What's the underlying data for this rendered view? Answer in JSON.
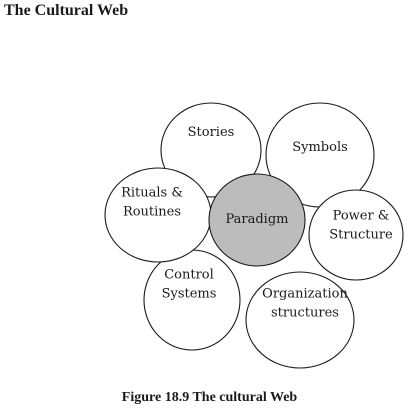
{
  "title": "The Cultural Web",
  "caption": "Figure 18.9 The cultural Web",
  "diagram": {
    "center": {
      "id": "paradigm",
      "lines": [
        "Paradigm"
      ]
    },
    "petals": [
      {
        "id": "stories",
        "lines": [
          "Stories"
        ]
      },
      {
        "id": "symbols",
        "lines": [
          "Symbols"
        ]
      },
      {
        "id": "power-structure",
        "lines": [
          "Power &",
          "Structure"
        ]
      },
      {
        "id": "organization-structures",
        "lines": [
          "Organization",
          "structures"
        ]
      },
      {
        "id": "control-systems",
        "lines": [
          "Control",
          "Systems"
        ]
      },
      {
        "id": "rituals-routines",
        "lines": [
          "Rituals &",
          "Routines"
        ]
      }
    ],
    "colors": {
      "stroke": "#1a1a1a",
      "petal_fill": "#ffffff",
      "center_fill": "#bcbcbc"
    }
  }
}
